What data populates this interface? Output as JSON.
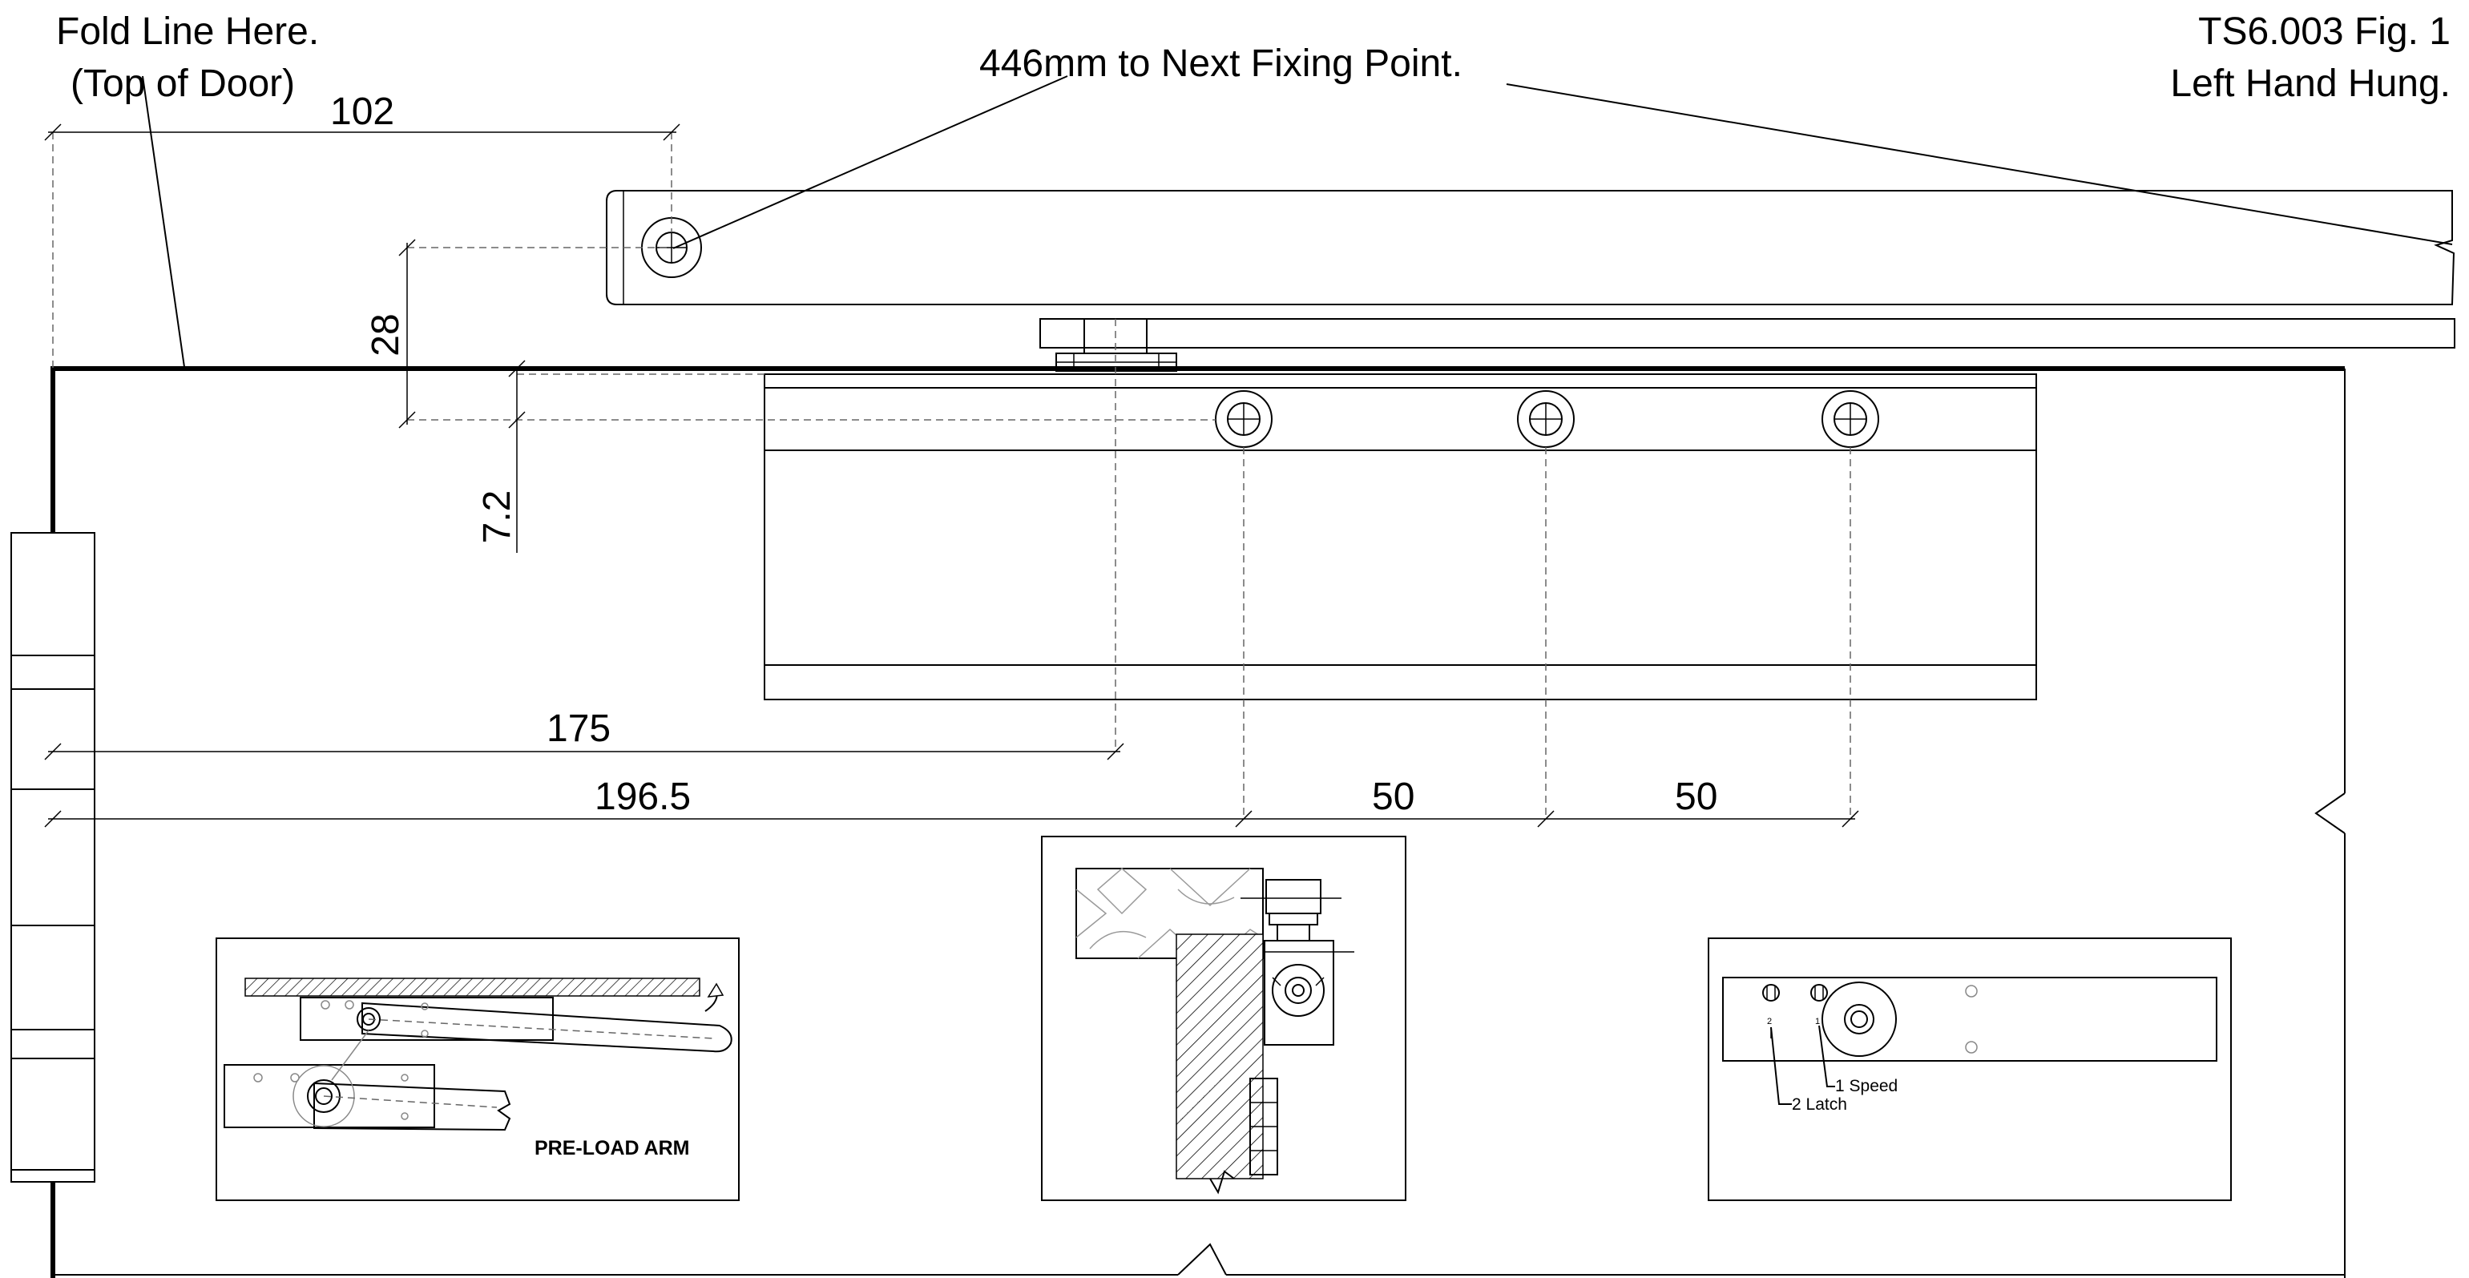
{
  "title": {
    "line1": "TS6.003 Fig. 1",
    "line2": "Left Hand Hung."
  },
  "fold_note": {
    "line1": "Fold Line Here.",
    "line2": "(Top of Door)"
  },
  "fixing_note": "446mm to Next Fixing Point.",
  "dimensions": {
    "d102": "102",
    "d28": "28",
    "d7_2": "7.2",
    "d175": "175",
    "d196_5": "196.5",
    "d50a": "50",
    "d50b": "50"
  },
  "insets": {
    "preload_label": "PRE-LOAD ARM",
    "speed_label": "1 Speed",
    "latch_label": "2 Latch",
    "valve_mark_1": "1",
    "valve_mark_2": "2"
  }
}
